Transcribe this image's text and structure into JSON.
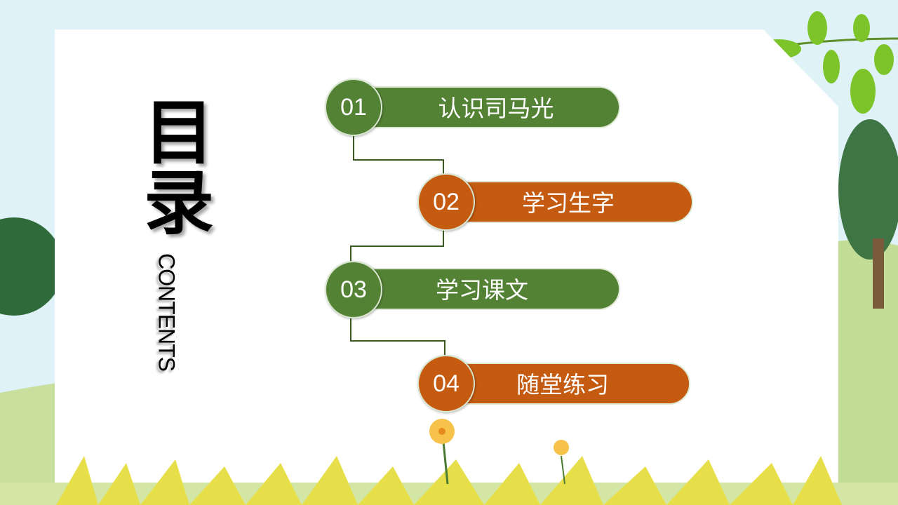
{
  "title": "目录",
  "subtitle": "CONTENTS",
  "colors": {
    "green": "#548235",
    "orange": "#c55a11"
  },
  "items": [
    {
      "number": "01",
      "label": "认识司马光",
      "color": "#548235"
    },
    {
      "number": "02",
      "label": "学习生字",
      "color": "#c55a11"
    },
    {
      "number": "03",
      "label": "学习课文",
      "color": "#548235"
    },
    {
      "number": "04",
      "label": "随堂练习",
      "color": "#c55a11"
    }
  ]
}
